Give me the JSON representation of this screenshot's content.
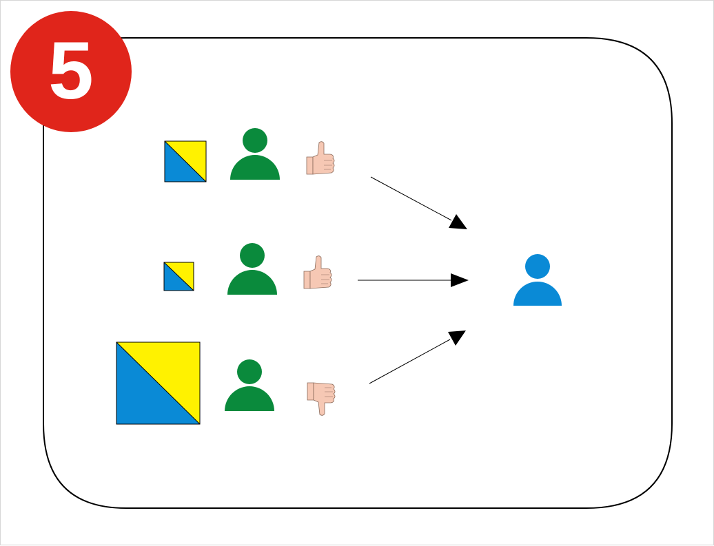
{
  "badge": {
    "number": "5",
    "color": "#E0251B",
    "text_color": "#FFFFFF"
  },
  "colors": {
    "square_blue": "#0A8AD6",
    "square_yellow": "#FFF200",
    "source_person": "#0A8A3C",
    "target_person": "#0A8AD6",
    "thumb": "#F6C8B4",
    "arrow": "#000000",
    "frame": "#000000"
  },
  "rows": [
    {
      "square": "medium",
      "person": "green-person",
      "vote": "thumbs-up"
    },
    {
      "square": "small",
      "person": "green-person",
      "vote": "thumbs-up"
    },
    {
      "square": "large",
      "person": "green-person",
      "vote": "thumbs-down"
    }
  ],
  "target": {
    "person": "blue-person"
  },
  "icons": [
    "person-icon",
    "thumbs-up-icon",
    "thumbs-down-icon",
    "arrow-icon"
  ]
}
